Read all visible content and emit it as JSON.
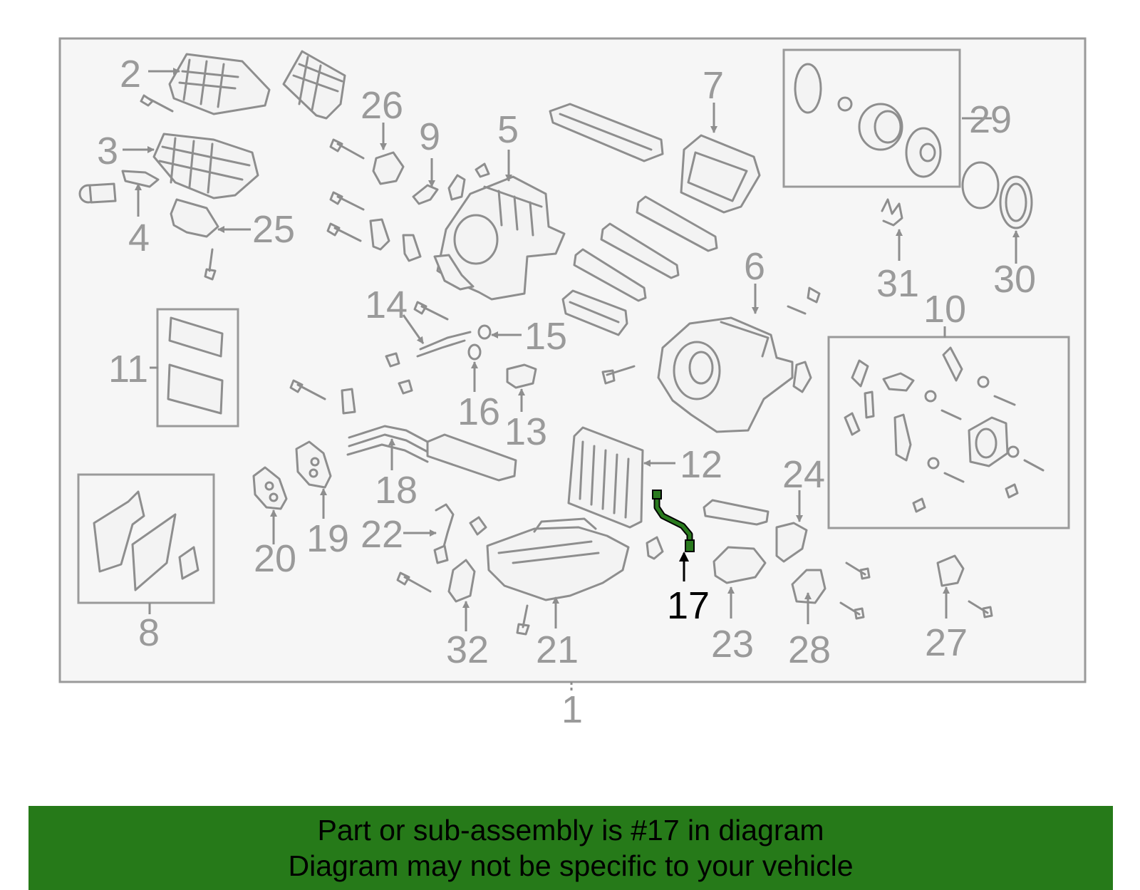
{
  "highlighted_part": "17",
  "colors": {
    "banner": "#267a19",
    "highlight_part": "#2a7a1e",
    "lines": "#8e8e8e",
    "frame_fill": "#f6f6f6"
  },
  "callouts": {
    "c1": "1",
    "c2": "2",
    "c3": "3",
    "c4": "4",
    "c5": "5",
    "c6": "6",
    "c7": "7",
    "c8": "8",
    "c9": "9",
    "c10": "10",
    "c11": "11",
    "c12": "12",
    "c13": "13",
    "c14": "14",
    "c15": "15",
    "c16": "16",
    "c17": "17",
    "c18": "18",
    "c19": "19",
    "c20": "20",
    "c21": "21",
    "c22": "22",
    "c23": "23",
    "c24": "24",
    "c25": "25",
    "c26": "26",
    "c27": "27",
    "c28": "28",
    "c29": "29",
    "c30": "30",
    "c31": "31",
    "c32": "32"
  },
  "banner": {
    "line1": "Part or sub-assembly is #17 in diagram",
    "line2": "Diagram may not be specific to your vehicle"
  }
}
